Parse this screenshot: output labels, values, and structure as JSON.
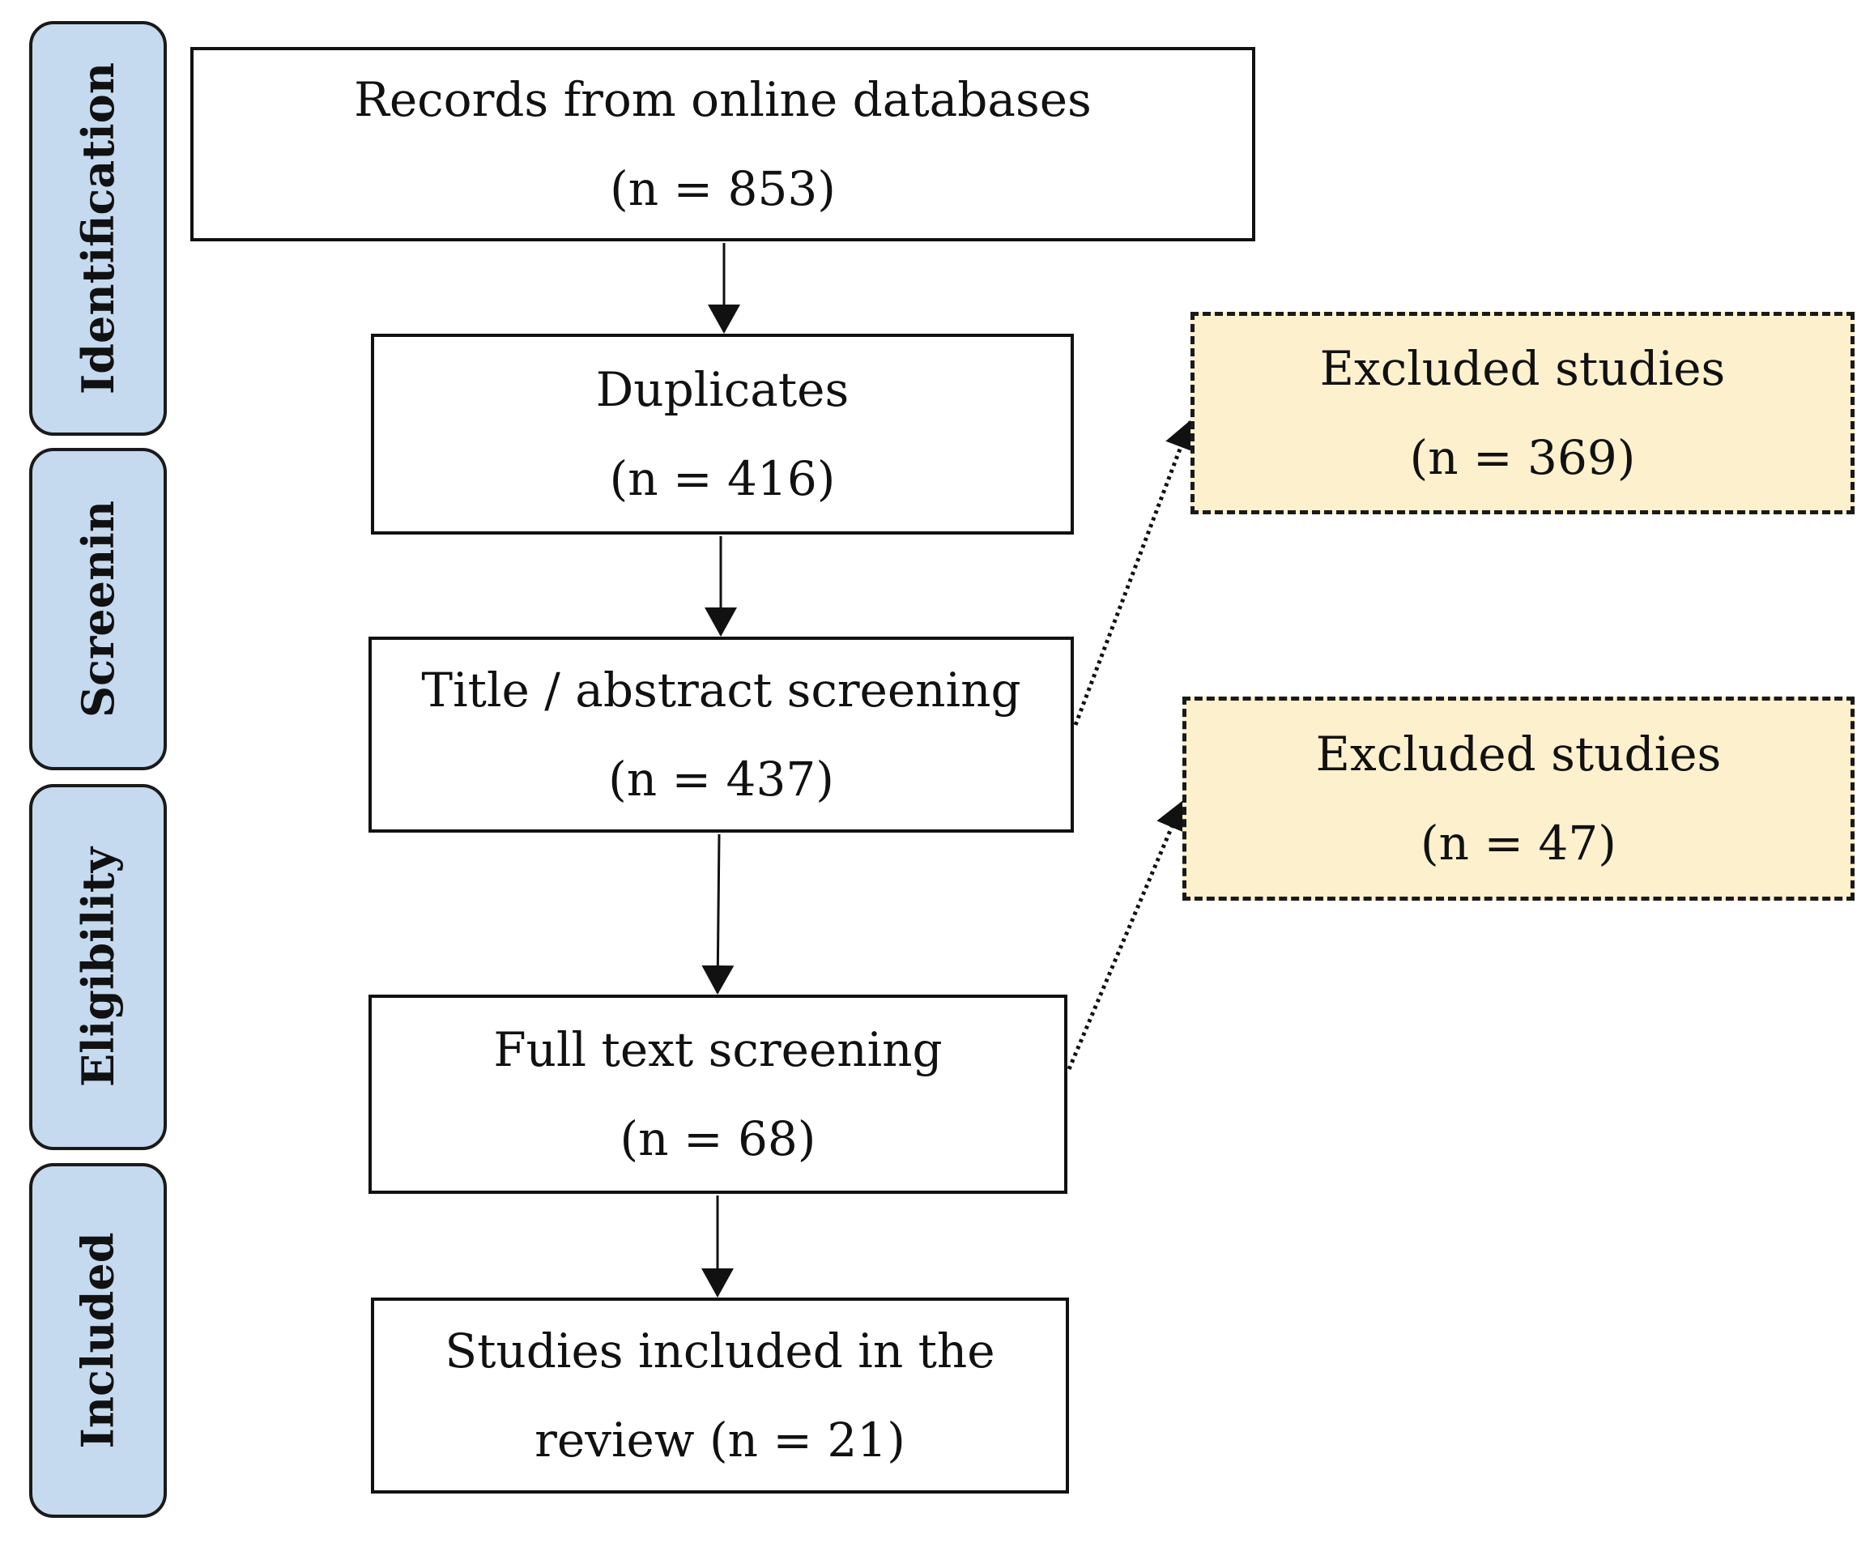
{
  "phases": {
    "identification": "Identification",
    "screening": "Screenin",
    "eligibility": "Eligibility",
    "included": "Included"
  },
  "boxes": {
    "records": {
      "label": "Records from online databases",
      "count": "(n = 853)"
    },
    "duplicates": {
      "label": "Duplicates",
      "count": "(n = 416)"
    },
    "title_abstract": {
      "label": "Title / abstract screening",
      "count": "(n = 437)"
    },
    "full_text": {
      "label": "Full text screening",
      "count": "(n = 68)"
    },
    "included": {
      "line1": "Studies included in the",
      "line2": "review (n = 21)"
    }
  },
  "excluded": [
    {
      "label": "Excluded studies",
      "count": "(n = 369)"
    },
    {
      "label": "Excluded studies",
      "count": "(n = 47)"
    }
  ],
  "colors": {
    "phase_fill": "#c5d9ef",
    "excluded_fill": "#fdf0cc",
    "stroke": "#111111"
  }
}
